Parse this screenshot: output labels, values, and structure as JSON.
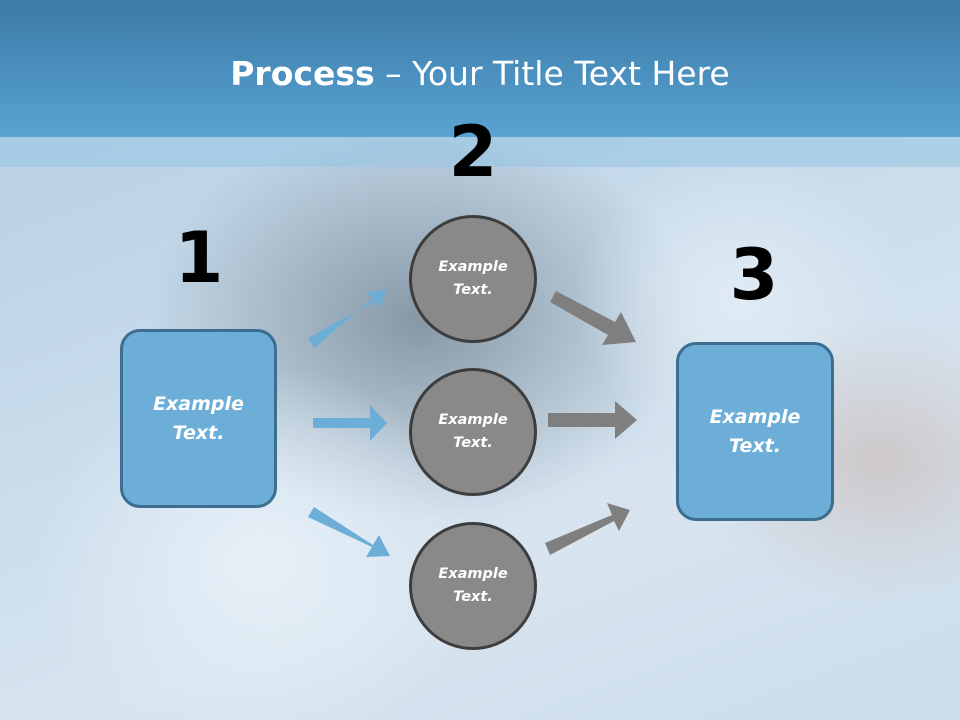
{
  "slide": {
    "title_bold": "Process",
    "title_rest": " – Your Title Text Here"
  },
  "steps": {
    "one": {
      "number": "1",
      "box_text": "Example Text."
    },
    "two": {
      "number": "2",
      "circles": [
        "Example Text.",
        "Example Text.",
        "Example Text."
      ]
    },
    "three": {
      "number": "3",
      "box_text": "Example Text."
    }
  },
  "colors": {
    "header": "#4b90bf",
    "box_fill": "#6caed7",
    "box_border": "#3d6d8f",
    "circle_fill": "#898989",
    "circle_border": "#3d3d3d",
    "arrow_blue": "#6caed7",
    "arrow_gray": "#7f7f7f"
  }
}
